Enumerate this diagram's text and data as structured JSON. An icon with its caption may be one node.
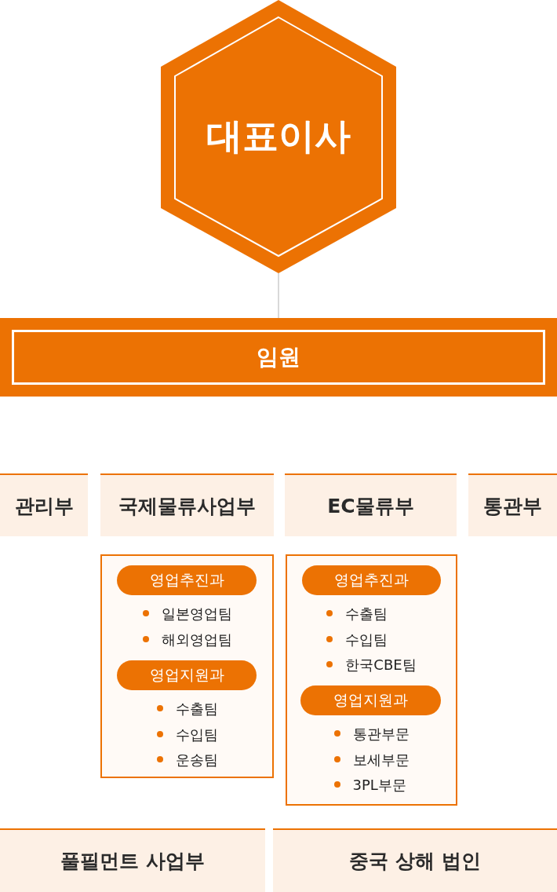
{
  "diagram": {
    "nodes": [
      {
        "text": [
          "대표이사"
        ]
      },
      {
        "text": [
          "임원"
        ]
      },
      {
        "text": [
          "관리부"
        ]
      },
      {
        "text": [
          "국제물류사업부"
        ]
      },
      {
        "text": [
          "EC물류부"
        ]
      },
      {
        "text": [
          "통관부"
        ]
      },
      {
        "text": [],
        "shape": "box"
      },
      {
        "text": [
          "영업추진과"
        ],
        "in": 6,
        "beside": [
          "일본영업팀",
          "해외영업팀"
        ]
      },
      {
        "text": [
          "영업지원과"
        ],
        "in": 6,
        "beside": [
          "수출팀",
          "수입팀",
          "운송팀"
        ]
      },
      {
        "text": [],
        "shape": "box"
      },
      {
        "text": [
          "영업추진과"
        ],
        "in": 9,
        "beside": [
          "수출팀",
          "수입팀",
          "한국CBE팀"
        ]
      },
      {
        "text": [
          "영업지원과"
        ],
        "in": 9,
        "beside": [
          "통관부문",
          "보세부문",
          "3PL부문"
        ]
      },
      {
        "text": [
          "풀필먼트 사업부"
        ]
      },
      {
        "text": [
          "중국 상해 법인"
        ]
      }
    ],
    "edges": [
      {
        "from": 0,
        "to": 1,
        "arrow": "none"
      }
    ]
  }
}
